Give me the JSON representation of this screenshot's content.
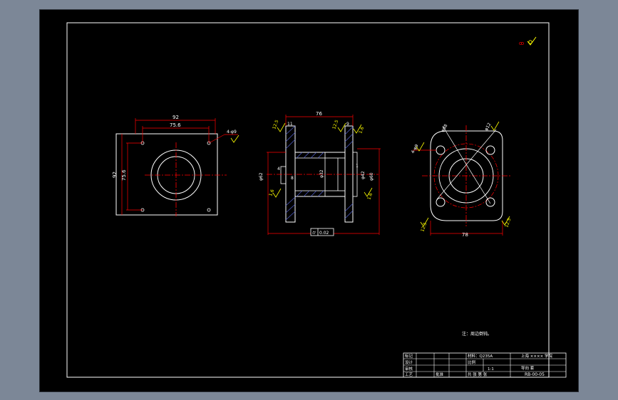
{
  "colors": {
    "background": "#7c8797",
    "canvas": "#000000",
    "line": "#ffffff",
    "dimension": "#ff0000",
    "centerline": "#ff0000",
    "roughness": "#ffff00",
    "annotation": "#ffffff"
  },
  "roughness_mark": {
    "label": "ꝏ"
  },
  "front_view": {
    "dim_overall_top": "92",
    "dim_inner_top": "75.6",
    "dim_overall_left": "92",
    "dim_inner_left": "75.6",
    "holes_note": "4-φ9"
  },
  "section_view": {
    "dim_length": "76",
    "dim_flange_left": "11",
    "dim_flange_right": "9",
    "dim_bore": "φ32",
    "dim_shaft": "φ42",
    "dim_outer_left": "φ62",
    "dim_outer_right": "φ60",
    "dim_step": "1",
    "dim_chamfer": "8",
    "dim_left_chamfer": "4",
    "geometric_tolerance_symbol": "⌭",
    "geometric_tolerance_value": "0.02",
    "roughness_values": [
      "12.5",
      "12.5",
      "1.6",
      "1.6",
      "1.6"
    ]
  },
  "side_view": {
    "dim_width": "78",
    "dim_pcd": "φ88",
    "dim_hole": "φ12",
    "dim_hole_note": "4-φ9",
    "roughness_values": [
      "12.5",
      "12.5"
    ]
  },
  "note": {
    "text": "注：周边倒钝。"
  },
  "title_block": {
    "row_labels": [
      "标记",
      "设计",
      "审核",
      "工艺"
    ],
    "material": "材料：Q235A",
    "school": "上海 ×××× 学院",
    "scale_label": "比例",
    "scale_value": "1:1",
    "part_name": "导向 套",
    "sheet_count": "共 张  第 张",
    "approve": "批准",
    "drawing_no": "RB-00-05"
  }
}
